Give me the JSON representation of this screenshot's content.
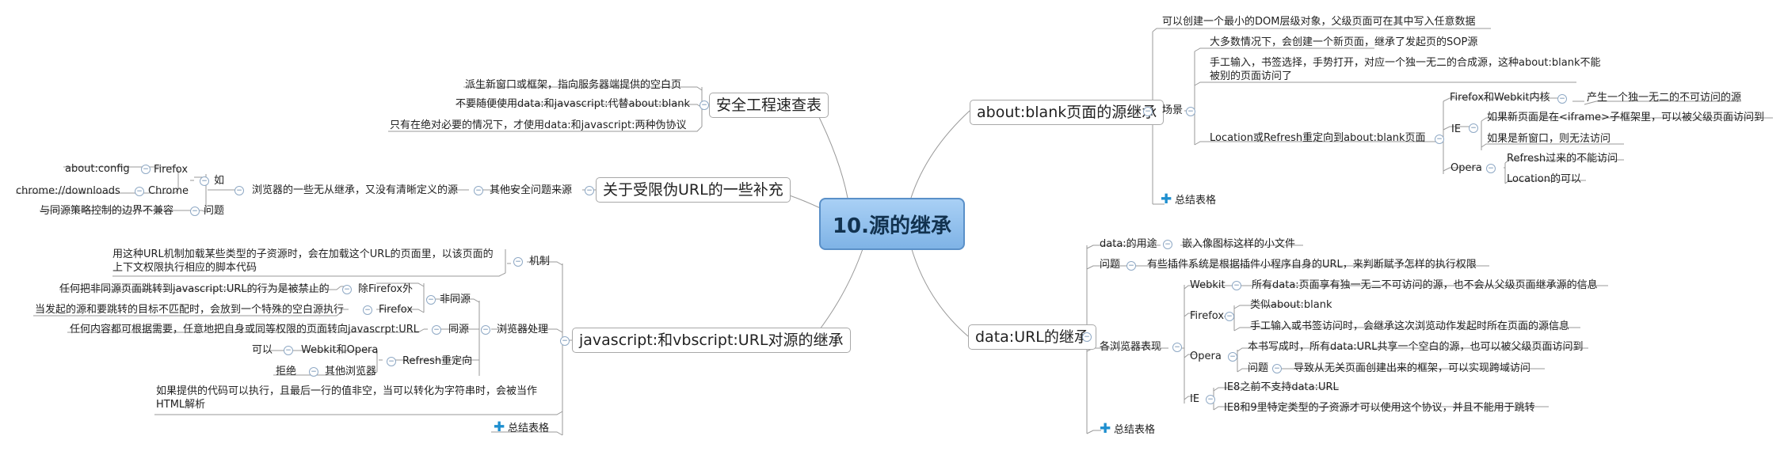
{
  "central": "10.源的继承",
  "about_blank": {
    "title": "about:blank页面的源继承",
    "desc": "可以创建一个最小的DOM层级对象，父级页面可在其中写入任意数据",
    "scene_label": "场景",
    "most": "大多数情况下，会创建一个新页面，继承了发起页的SOP源",
    "manual": "手工输入，书签选择，手势打开，对应一个独一无二的合成源，这种about:blank不能被别的页面访问了",
    "redirect": "Location或Refresh重定向到about:blank页面",
    "ff_webkit": "Firefox和Webkit内核",
    "ff_webkit_result": "产生一个独一无二的不可访问的源",
    "ie": "IE",
    "ie_iframe": "如果新页面是在<iframe>子框架里，可以被父级页面访问到",
    "ie_window": "如果是新窗口，则无法访问",
    "opera": "Opera",
    "opera_refresh": "Refresh过来的不能访问",
    "opera_location": "Location的可以",
    "summary": "总结表格"
  },
  "data_url": {
    "title": "data:URL的继承",
    "use_label": "data:的用途",
    "use_value": "嵌入像图标这样的小文件",
    "problem_label": "问题",
    "problem_value": "有些插件系统是根据插件小程序自身的URL，来判断赋予怎样的执行权限",
    "browsers_label": "各浏览器表现",
    "webkit": "Webkit",
    "webkit_value": "所有data:页面享有独一无二不可访问的源，也不会从父级页面继承源的信息",
    "firefox": "Firefox",
    "ff_like": "类似about:blank",
    "ff_manual": "手工输入或书签访问时，会继承这次浏览动作发起时所在页面的源信息",
    "opera": "Opera",
    "opera_value": "本书写成时，所有data:URL共享一个空白的源，也可以被父级页面访问到",
    "opera_problem_label": "问题",
    "opera_problem_value": "导致从无关页面创建出来的框架，可以实现跨域访问",
    "ie": "IE",
    "ie8": "IE8之前不支持data:URL",
    "ie89": "IE8和9里特定类型的子资源才可以使用这个协议，并且不能用于跳转",
    "summary": "总结表格"
  },
  "security": {
    "title": "安全工程速查表",
    "items": [
      "派生新窗口或框架，指向服务器端提供的空白页",
      "不要随便使用data:和javascript:代替about:blank",
      "只有在绝对必要的情况下，才使用data:和javascript:两种伪协议"
    ]
  },
  "pseudo": {
    "title": "关于受限伪URL的一些补充",
    "other": "其他安全问题来源",
    "browsers": "浏览器的一些无从继承，又没有清晰定义的源",
    "such_as": "如",
    "about_config": "about:config",
    "firefox": "Firefox",
    "chrome_downloads": "chrome://downloads",
    "chrome": "Chrome",
    "problem": "问题",
    "problem_value": "与同源策略控制的边界不兼容"
  },
  "javascript": {
    "title": "javascript:和vbscript:URL对源的继承",
    "mech_label": "机制",
    "mech_value": "用这种URL机制加载某些类型的子资源时，会在加载这个URL的页面里，以该页面的上下文权限执行相应的脚本代码",
    "browser_label": "浏览器处理",
    "nonsame_label": "非同源",
    "nonsame_rule": "任何把非同源页面跳转到javascript:URL的行为是被禁止的",
    "except_firefox": "除Firefox外",
    "ff_rule": "当发起的源和要跳转的目标不匹配时，会放到一个特殊的空白源执行",
    "firefox": "Firefox",
    "same_label": "同源",
    "same_rule": "任何内容都可根据需要，任意地把自身或同等权限的页面转向javascrpt:URL",
    "refresh_label": "Refresh重定向",
    "can": "可以",
    "webkit_opera": "Webkit和Opera",
    "refuse": "拒绝",
    "other_browsers": "其他浏览器",
    "html_note": "如果提供的代码可以执行，且最后一行的值非空，当可以转化为字符串时，会被当作HTML解析",
    "summary": "总结表格"
  }
}
